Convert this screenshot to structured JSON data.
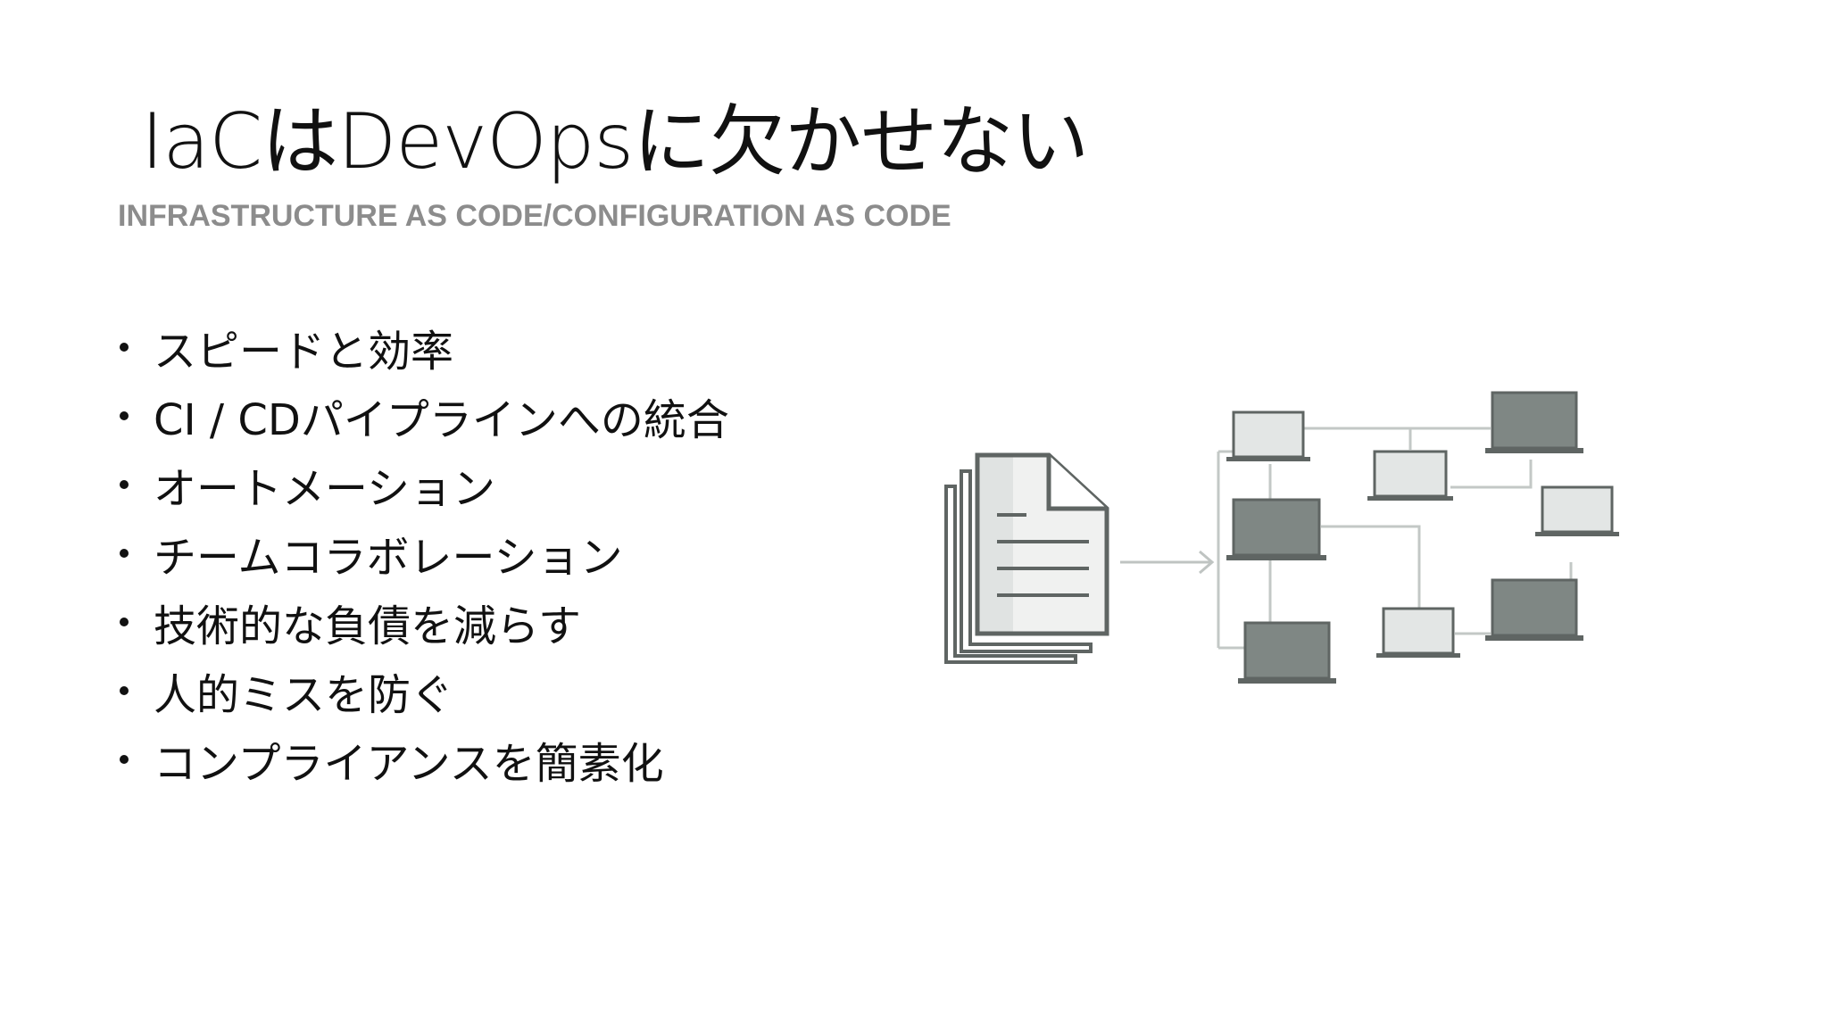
{
  "slide": {
    "title": "IaCはDevOpsに欠かせない",
    "subtitle": "INFRASTRUCTURE AS CODE/CONFIGURATION AS CODE",
    "bullets": [
      "スピードと効率",
      "CI / CDパイプラインへの統合",
      "オートメーション",
      "チームコラボレーション",
      "技術的な負債を減らす",
      "人的ミスを防ぐ",
      "コンプライアンスを簡素化"
    ]
  },
  "diagram": {
    "document_icon": "document-stack-icon",
    "arrow_icon": "arrow-right-icon",
    "laptop_icon": "laptop-icon",
    "colors": {
      "dark_laptop": "#7f8784",
      "light_laptop": "#e3e6e5",
      "outline": "#5f6563",
      "connector": "#c3c8c6"
    }
  }
}
